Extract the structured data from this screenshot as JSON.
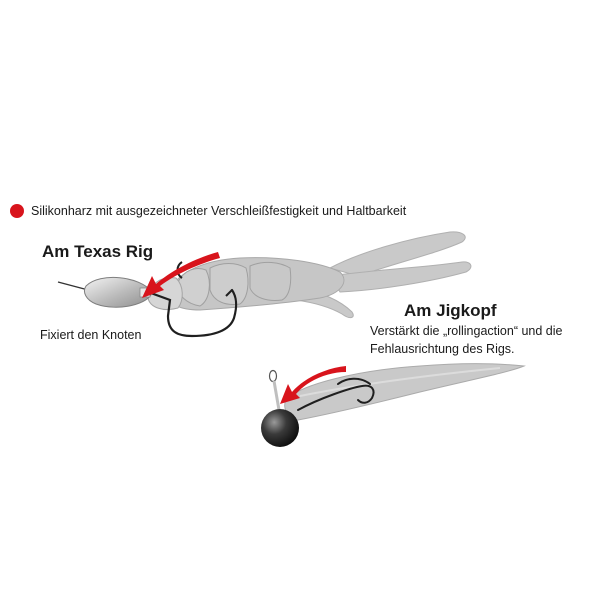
{
  "legend": {
    "text": "Silikonharz mit ausgezeichneter Verschleißfestigkeit und Haltbarkeit",
    "dot_color": "#d8141c"
  },
  "texas_rig": {
    "title": "Am Texas Rig",
    "description": "Fixiert den Knoten"
  },
  "jigkopf": {
    "title": "Am Jigkopf",
    "description_line1": "Verstärkt die „rollingaction“ und die",
    "description_line2": "Fehlausrichtung des Rigs."
  },
  "colors": {
    "lure_body": "#c7c7c7",
    "lure_outline": "#a9a9a9",
    "accent_red": "#d8141c",
    "hook": "#222222"
  }
}
